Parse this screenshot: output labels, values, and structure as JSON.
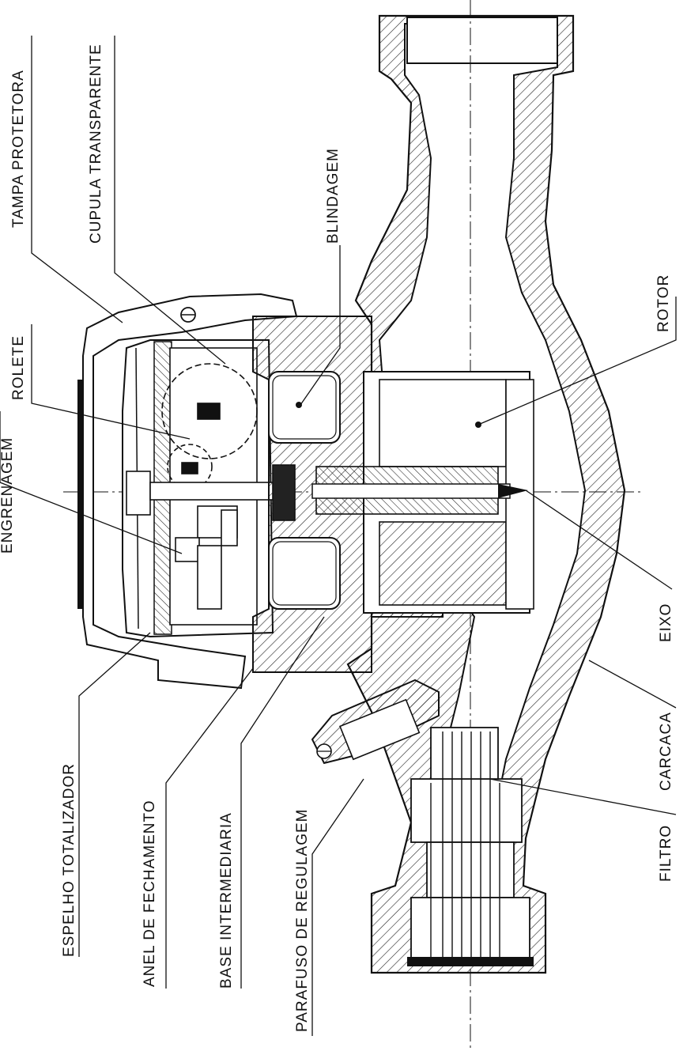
{
  "diagram": {
    "colors": {
      "ink": "#111111",
      "hatch": "#222222",
      "paper": "#ffffff"
    },
    "labels": {
      "tampa_protetora": "TAMPA PROTETORA",
      "cupula_transparente": "CUPULA TRANSPARENTE",
      "blindagem": "BLINDAGEM",
      "rotor": "ROTOR",
      "rolete": "ROLETE",
      "engrenagem": "ENGRENAGEM",
      "eixo": "EIXO",
      "carcaca": "CARCACA",
      "filtro": "FILTRO",
      "espelho_totalizador": "ESPELHO TOTALIZADOR",
      "anel_de_fechamento": "ANEL DE FECHAMENTO",
      "base_intermediaria": "BASE INTERMEDIARIA",
      "parafuso_de_regulagem": "PARAFUSO DE REGULAGEM"
    }
  }
}
